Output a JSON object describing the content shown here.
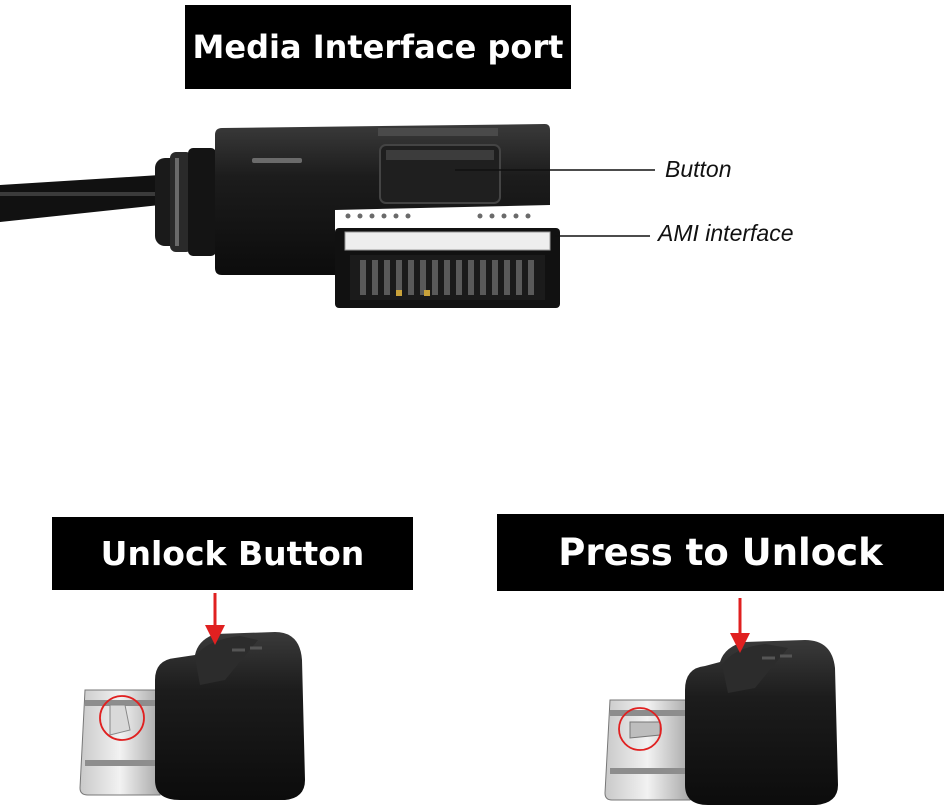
{
  "top_section": {
    "banner_title": "Media Interface port",
    "callouts": {
      "button": "Button",
      "ami_interface": "AMI interface"
    }
  },
  "bottom_left": {
    "banner_title": "Unlock Button"
  },
  "bottom_right": {
    "banner_title": "Press to Unlock"
  },
  "colors": {
    "banner_bg": "#000000",
    "banner_text": "#ffffff",
    "arrow": "#e02020",
    "connector_body": "#151515"
  }
}
